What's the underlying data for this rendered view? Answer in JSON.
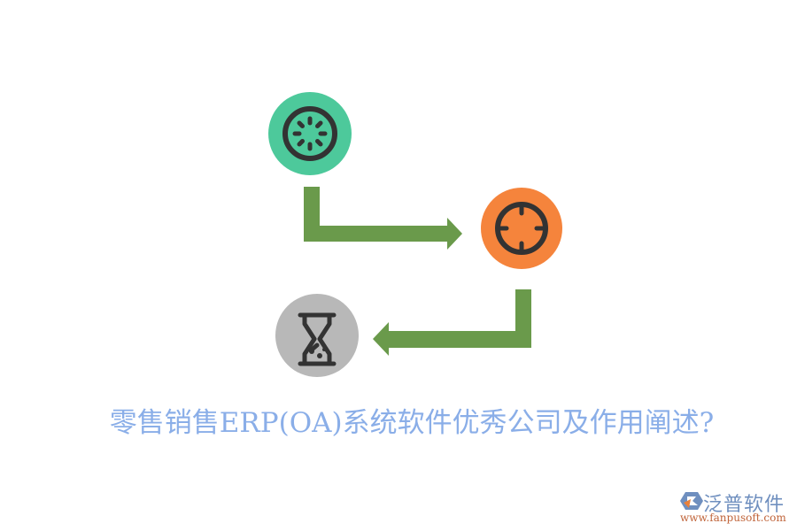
{
  "diagram": {
    "nodes": [
      {
        "id": "loading",
        "icon": "loading-spinner-icon",
        "color": "#4dc99b"
      },
      {
        "id": "target",
        "icon": "crosshair-target-icon",
        "color": "#f5843c"
      },
      {
        "id": "hourglass",
        "icon": "hourglass-icon",
        "color": "#b8b8b8"
      }
    ],
    "edges": [
      {
        "from": "loading",
        "to": "target",
        "color": "#6a9a4b"
      },
      {
        "from": "target",
        "to": "hourglass",
        "color": "#6a9a4b"
      }
    ],
    "icon_stroke_color": "#333333"
  },
  "title": {
    "text": "零售销售ERP(OA)系统软件优秀公司及作用阐述?",
    "color": "#8aaee8"
  },
  "watermark": {
    "name": "泛普软件",
    "url": "www.fanpusoft.com",
    "name_color": "#6f8fbf",
    "url_color": "#c0643a"
  }
}
